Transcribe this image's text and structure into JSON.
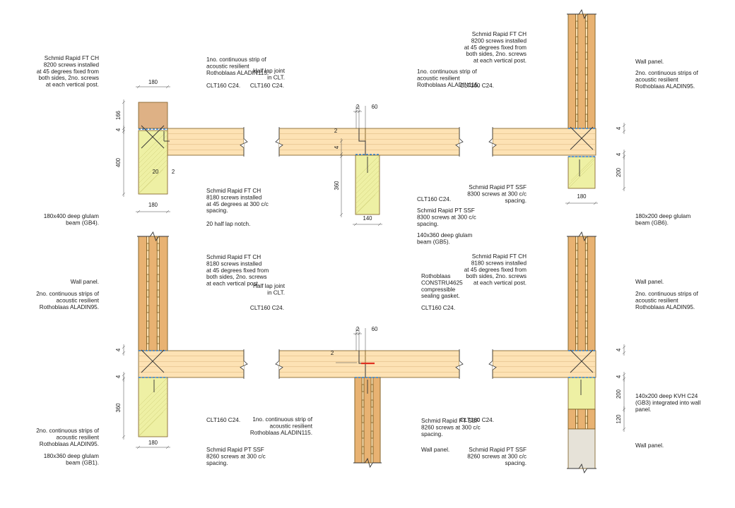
{
  "colors": {
    "clt": "#fde2b4",
    "glulam": "#eef0a4",
    "timber_post": "#e8b272",
    "top_block": "#deb185",
    "acoustic_strip": "#2a7fd4",
    "gasket": "#e03020",
    "wall_lower": "#e6e2d8"
  },
  "details": [
    {
      "labels": [
        "Schmid Rapid FT CH\n8200 screws installed\nat 45 degrees fixed from\nboth sides, 2no. screws\nat each vertical post.",
        "1no. continuous strip of\nacoustic resilient\nRothoblaas ALADIN115.",
        "CLT160 C24.",
        "Schmid Rapid FT CH\n8180 screws installed\nat 45 degrees at 300 c/c\nspacing.",
        "20 half lap notch.",
        "180x400 deep glulam\nbeam (GB4)."
      ],
      "dims": [
        "180",
        "166",
        "4",
        "400",
        "20",
        "2",
        "180"
      ]
    },
    {
      "labels": [
        "Half lap joint\nin CLT.",
        "CLT160 C24.",
        "1no. continuous strip of\nacoustic resilient\nRothoblaas ALADIN115.",
        "CLT160 C24.",
        "Schmid Rapid PT SSF\n8300 screws at 300 c/c\nspacing.",
        "140x360 deep glulam\nbeam (GB5)."
      ],
      "dims": [
        "2",
        "60",
        "2",
        "4",
        "360",
        "140"
      ]
    },
    {
      "labels": [
        "Schmid Rapid FT CH\n8200 screws installed\nat 45 degrees fixed from\nboth sides, 2no. screws\nat each vertical post.",
        "Wall panel.",
        "CLT160 C24.",
        "2no. continuous strips of\nacoustic resilient\nRothoblaas ALADIN95.",
        "Schmid Rapid PT SSF\n8300 screws at 300 c/c\nspacing.",
        "180x200 deep glulam\nbeam (GB6)."
      ],
      "dims": [
        "4",
        "4",
        "200",
        "180"
      ]
    },
    {
      "labels": [
        "Schmid Rapid FT CH\n8180 screws installed\nat 45 degrees fixed from\nboth sides, 2no. screws\nat each vertical post.",
        "Wall panel.",
        "2no. continuous strips of\nacoustic resilient\nRothoblaas ALADIN95.",
        "CLT160 C24.",
        "2no. continuous strips of\nacoustic resilient\nRothoblaas ALADIN95.",
        "180x360 deep glulam\nbeam (GB1).",
        "Schmid Rapid PT SSF\n8260 screws at 300 c/c\nspacing."
      ],
      "dims": [
        "4",
        "4",
        "360",
        "180"
      ]
    },
    {
      "labels": [
        "Half lap joint\nin CLT.",
        "Rothoblaas\nCONSTRU4625\ncompressible\nsealing gasket.",
        "CLT160 C24.",
        "CLT160 C24.",
        "1no. continuous strip of\nacoustic resilient\nRothoblaas ALADIN115.",
        "Schmid Rapid PT SSF\n8260 screws at 300 c/c\nspacing.",
        "Wall panel."
      ],
      "dims": [
        "2",
        "60",
        "2"
      ]
    },
    {
      "labels": [
        "Schmid Rapid FT CH\n8180 screws installed\nat 45 degrees fixed from\nboth sides, 2no. screws\nat each vertical post.",
        "Wall panel.",
        "2no. continuous strips of\nacoustic resilient\nRothoblaas ALADIN95.",
        "CLT160 C24.",
        "140x200 deep KVH C24\n(GB3) integrated into wall\npanel.",
        "Schmid Rapid PT SSF\n8260 screws at 300 c/c\nspacing.",
        "Wall panel."
      ],
      "dims": [
        "4",
        "4",
        "200",
        "120"
      ]
    }
  ]
}
